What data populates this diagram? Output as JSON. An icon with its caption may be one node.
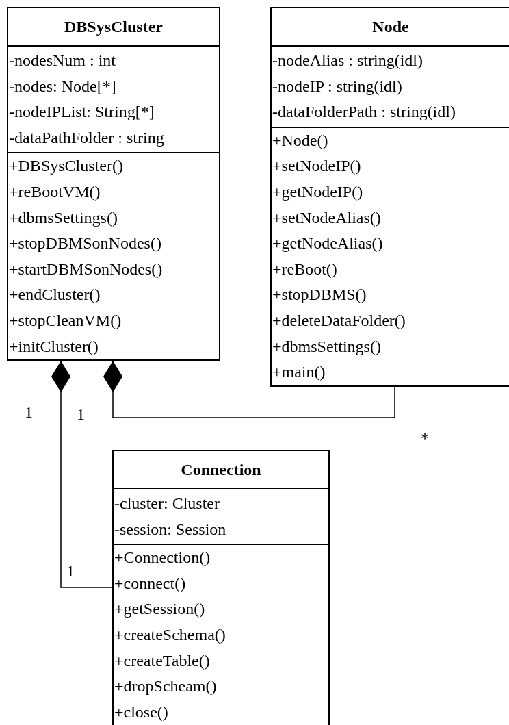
{
  "diagram": {
    "nodes": [
      {
        "text": [
          "DBSysCluster"
        ]
      },
      {
        "text": [
          "-nodesNum : int",
          "-nodes: Node[*]",
          "-nodeIPList: String[*]",
          "-dataPathFolder : string"
        ],
        "in": 0
      },
      {
        "text": [
          "+DBSysCluster()",
          "+reBootVM()",
          "+dbmsSettings()",
          "+stopDBMSonNodes()",
          "+startDBMSonNodes()",
          "+endCluster()",
          "+stopCleanVM()",
          "+initCluster()"
        ],
        "in": 0
      },
      {
        "text": [
          "Node"
        ]
      },
      {
        "text": [
          "-nodeAlias : string(idl)",
          "-nodeIP : string(idl)",
          "-dataFolderPath : string(idl)"
        ],
        "in": 3
      },
      {
        "text": [
          "+Node()",
          "+setNodeIP()",
          "+getNodeIP()",
          "+setNodeAlias()",
          "+getNodeAlias()",
          "+reBoot()",
          "+stopDBMS()",
          "+deleteDataFolder()",
          "+dbmsSettings()",
          "+main()"
        ],
        "in": 3
      },
      {
        "text": [
          "Connection"
        ]
      },
      {
        "text": [
          "-cluster: Cluster",
          "-session: Session"
        ],
        "in": 6
      },
      {
        "text": [
          "+Connection()",
          "+connect()",
          "+getSession()",
          "+createSchema()",
          "+createTable()",
          "+dropScheam()",
          "+close()"
        ],
        "in": 6
      }
    ],
    "edges": [
      {
        "from": 0,
        "to": 6,
        "arrow": "other"
      },
      {
        "from": 0,
        "to": 3,
        "arrow": "other"
      }
    ],
    "labels": [
      "1",
      "1",
      "*",
      "1"
    ]
  }
}
